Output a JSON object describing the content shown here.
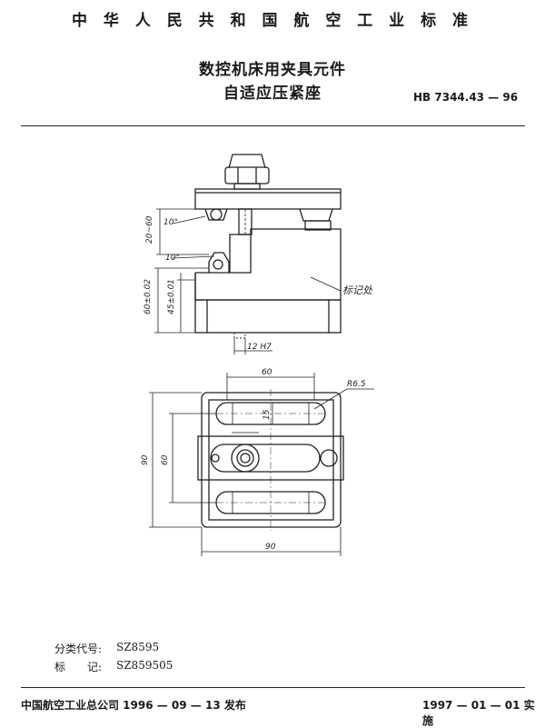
{
  "header": {
    "national_standard": "中 华 人 民 共 和 国 航 空 工 业 标 准"
  },
  "title": {
    "line1": "数控机床用夹具元件",
    "line2": "自适应压紧座"
  },
  "standard_number": "HB 7344.43 — 96",
  "drawing": {
    "front_view": {
      "dim_angle_top": "10°",
      "dim_angle_bottom": "10°",
      "dim_range": "20~60",
      "dim_height": "60±0.02",
      "dim_inner_height": "45±0.01",
      "dim_slot": "12 H7",
      "marking_label": "标记处"
    },
    "top_view": {
      "dim_slot_spacing": "60",
      "dim_radius": "R6.5",
      "dim_slot_width": "15",
      "dim_height_outer": "90",
      "dim_height_inner": "60",
      "dim_width": "90"
    }
  },
  "meta": {
    "class_code_label": "分类代号:",
    "class_code_value": "SZ8595",
    "mark_label": "标　　记:",
    "mark_value": "SZ859505"
  },
  "footer": {
    "issued": "中国航空工业总公司 1996 — 09 — 13 发布",
    "effective": "1997 — 01 — 01 实施"
  }
}
